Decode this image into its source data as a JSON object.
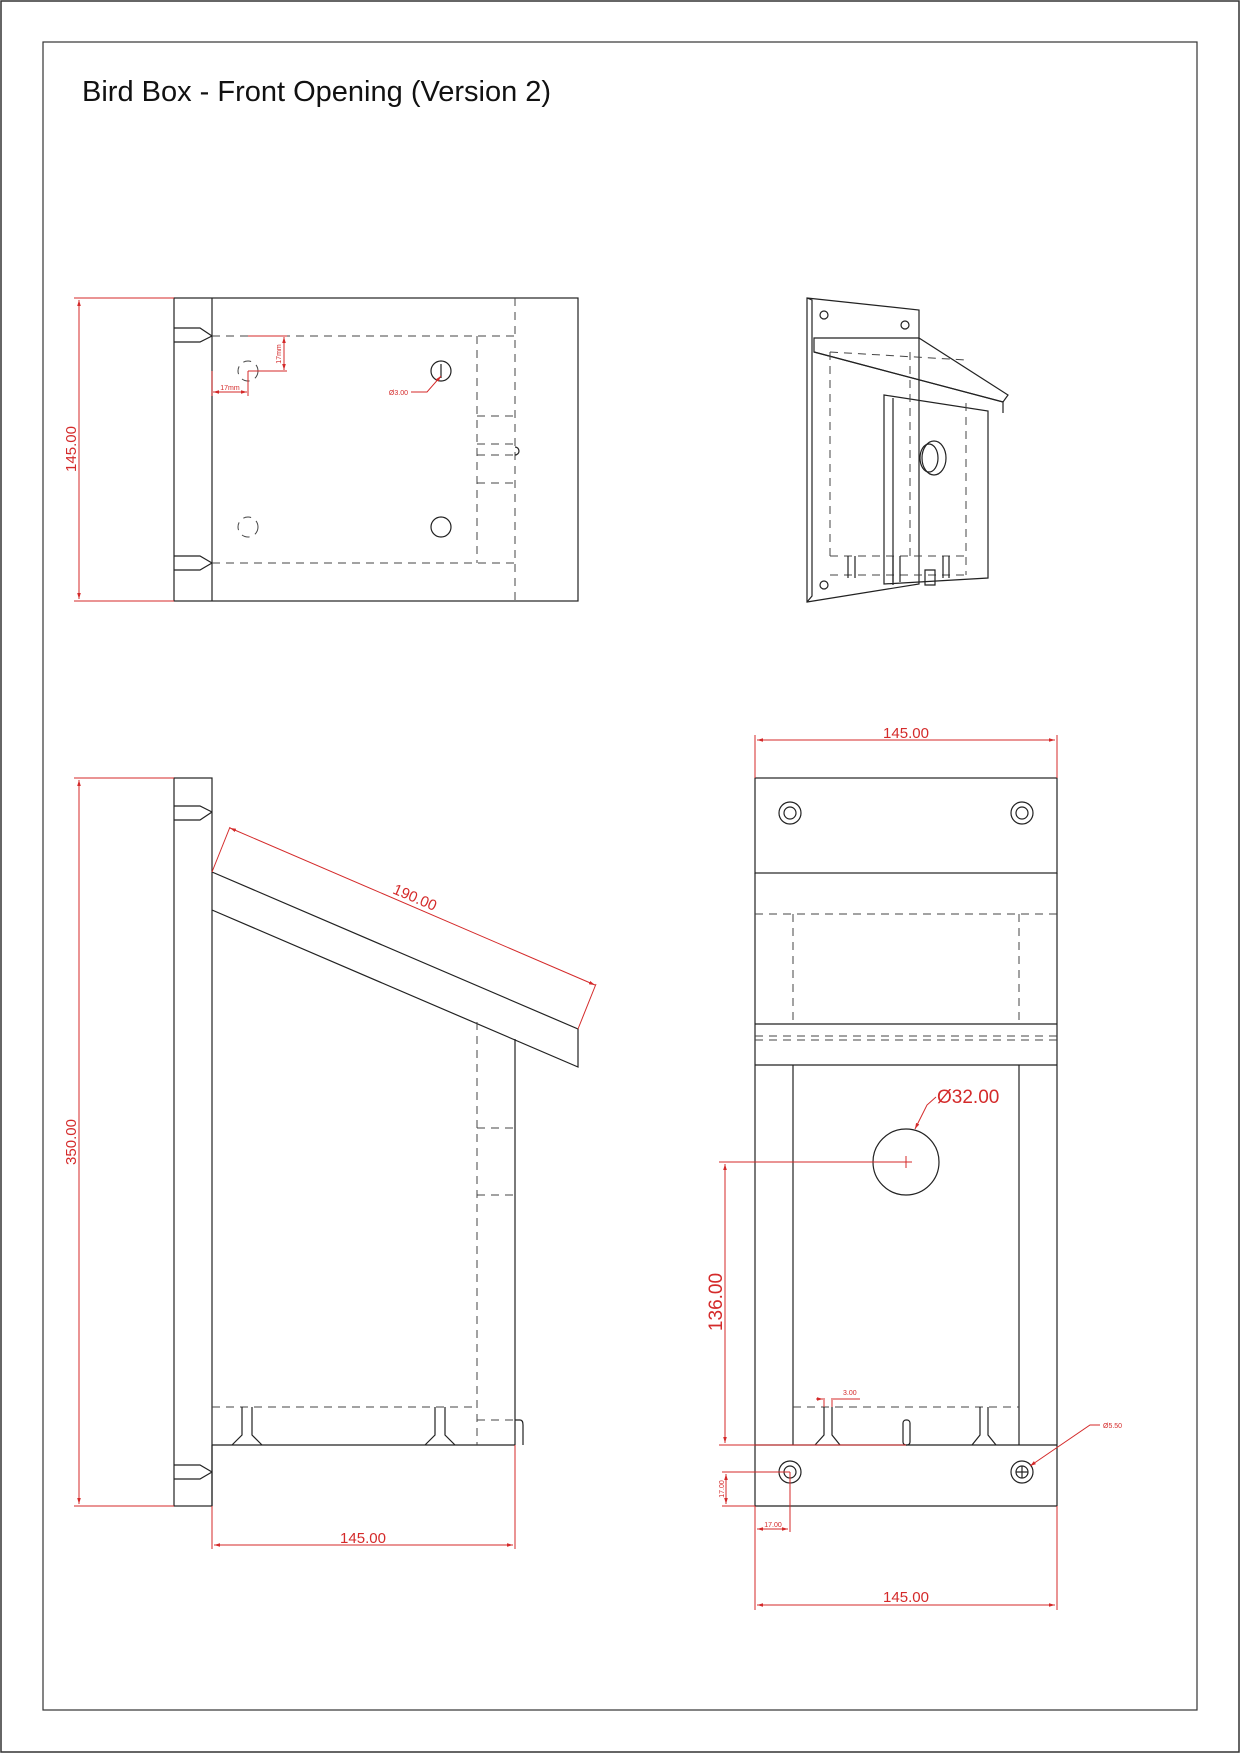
{
  "title": "Bird Box - Front Opening (Version 2)",
  "colors": {
    "dimension": "#d42a2a",
    "line": "#222222",
    "hidden_line": "#444444",
    "frame": "#333333",
    "background": "#ffffff"
  },
  "top_view": {
    "height_dim": "145.00",
    "hole_offset_x": "17mm",
    "hole_offset_y": "17mm",
    "hole_diameter": "Ø3.00"
  },
  "side_view": {
    "height_dim": "350.00",
    "roof_dim": "190.00",
    "base_dim": "145.00"
  },
  "front_view": {
    "top_width": "145.00",
    "bottom_width": "145.00",
    "entrance_diameter": "Ø32.00",
    "entrance_height": "136.00",
    "small_dim": "3.00",
    "mount_hole_diameter": "Ø5.50",
    "hole_offset_y": "17.00",
    "hole_offset_x": "17.00"
  }
}
